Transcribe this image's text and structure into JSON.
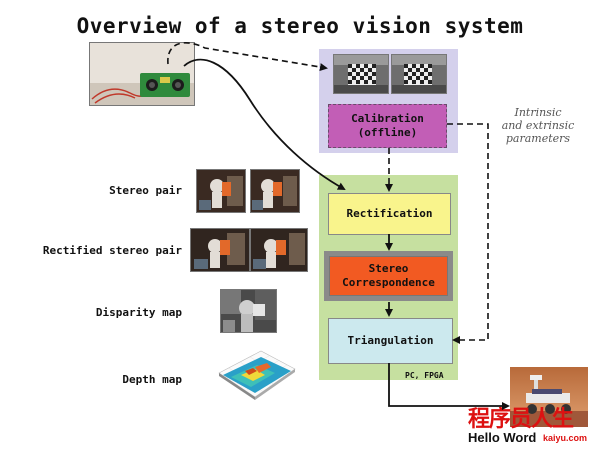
{
  "title": "Overview of a stereo vision system",
  "left_labels": {
    "stereo_pair": "Stereo pair",
    "rectified_pair": "Rectified stereo pair",
    "disparity_map": "Disparity map",
    "depth_map": "Depth map"
  },
  "pipeline": {
    "calibration": "Calibration\n(offline)",
    "rectification": "Rectification",
    "correspondence": "Stereo\nCorrespondence",
    "triangulation": "Triangulation",
    "platform": "PC, FPGA"
  },
  "parameters_note": "Intrinsic\nand extrinsic\nparameters",
  "watermark": {
    "cn": "程序员人生",
    "en": "Hello Word",
    "url": "kaiyu.com"
  },
  "colors": {
    "calibration_panel": "#d4d0ec",
    "calibration_box": "#c25eb6",
    "pipeline_panel": "#c6e0a0",
    "rectification_box": "#f9f48c",
    "correspondence_box": "#f25a22",
    "correspondence_border": "#8a8a8a",
    "triangulation_box": "#cce9ee"
  }
}
